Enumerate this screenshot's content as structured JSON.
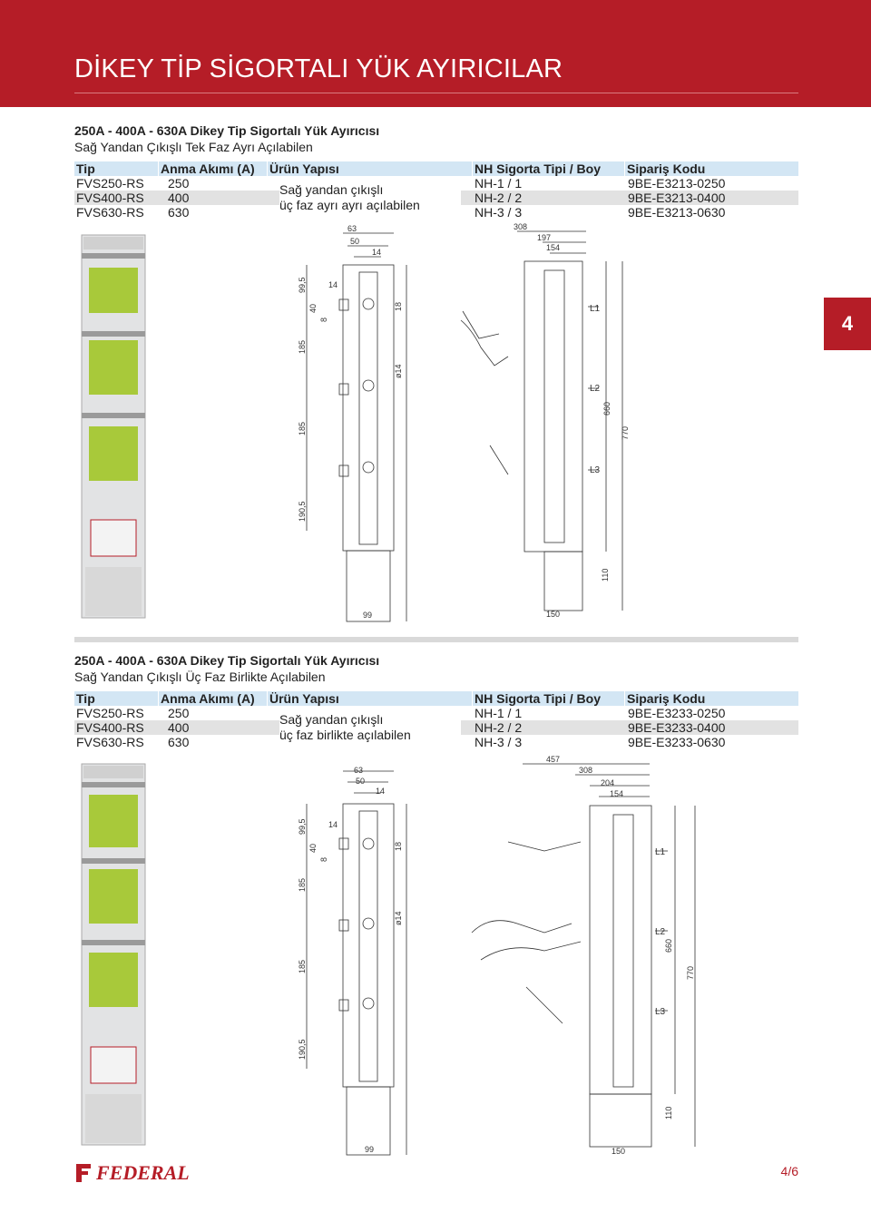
{
  "page_title": "DİKEY TİP SİGORTALI YÜK AYIRICILAR",
  "tab_number": "4",
  "headers": {
    "tip": "Tip",
    "anma": "Anma Akımı (A)",
    "yapi": "Ürün Yapısı",
    "nh": "NH Sigorta Tipi / Boy",
    "kod": "Sipariş Kodu"
  },
  "section1": {
    "title": "250A - 400A - 630A  Dikey Tip Sigortalı Yük Ayırıcısı",
    "subtitle": "Sağ Yandan Çıkışlı Tek Faz Ayrı Açılabilen",
    "yapi_line1": "Sağ yandan çıkışlı",
    "yapi_line2": "üç faz ayrı ayrı açılabilen",
    "rows": [
      {
        "tip": "FVS250-RS",
        "anma": "250",
        "nh": "NH-1 / 1",
        "kod": "9BE-E3213-0250"
      },
      {
        "tip": "FVS400-RS",
        "anma": "400",
        "nh": "NH-2 / 2",
        "kod": "9BE-E3213-0400"
      },
      {
        "tip": "FVS630-RS",
        "anma": "630",
        "nh": "NH-3 / 3",
        "kod": "9BE-E3213-0630"
      }
    ],
    "dims_front": {
      "d63": "63",
      "d50": "50",
      "d14a": "14",
      "d99_5": "99,5",
      "d14b": "14",
      "d40": "40",
      "d8": "8",
      "d18": "18",
      "d185a": "185",
      "d14dia": "ø14",
      "d185b": "185",
      "d190_5": "190,5",
      "d99": "99"
    },
    "dims_side": {
      "d308": "308",
      "d197": "197",
      "d154": "154",
      "l1": "L1",
      "l2": "L2",
      "l3": "L3",
      "d660": "660",
      "d770": "770",
      "d110": "110",
      "d150": "150"
    }
  },
  "section2": {
    "title": "250A - 400A - 630A  Dikey Tip Sigortalı Yük Ayırıcısı",
    "subtitle": "Sağ Yandan Çıkışlı Üç Faz Birlikte Açılabilen",
    "yapi_line1": "Sağ yandan çıkışlı",
    "yapi_line2": "üç faz birlikte açılabilen",
    "rows": [
      {
        "tip": "FVS250-RS",
        "anma": "250",
        "nh": "NH-1 / 1",
        "kod": "9BE-E3233-0250"
      },
      {
        "tip": "FVS400-RS",
        "anma": "400",
        "nh": "NH-2 / 2",
        "kod": "9BE-E3233-0400"
      },
      {
        "tip": "FVS630-RS",
        "anma": "630",
        "nh": "NH-3 / 3",
        "kod": "9BE-E3233-0630"
      }
    ],
    "dims_front": {
      "d63": "63",
      "d50": "50",
      "d14a": "14",
      "d99_5": "99,5",
      "d14b": "14",
      "d40": "40",
      "d8": "8",
      "d18": "18",
      "d185a": "185",
      "d14dia": "ø14",
      "d185b": "185",
      "d190_5": "190,5",
      "d99": "99"
    },
    "dims_side": {
      "d457": "457",
      "d308": "308",
      "d204": "204",
      "d154": "154",
      "l1": "L1",
      "l2": "L2",
      "l3": "L3",
      "d660": "660",
      "d770": "770",
      "d110": "110",
      "d150": "150"
    }
  },
  "footer": {
    "brand": "FEDERAL",
    "page": "4/6"
  },
  "colors": {
    "brand_red": "#b51d27",
    "header_blue": "#d3e6f4",
    "row_grey": "#e2e2e2",
    "fuse_green": "#a8c93a"
  }
}
